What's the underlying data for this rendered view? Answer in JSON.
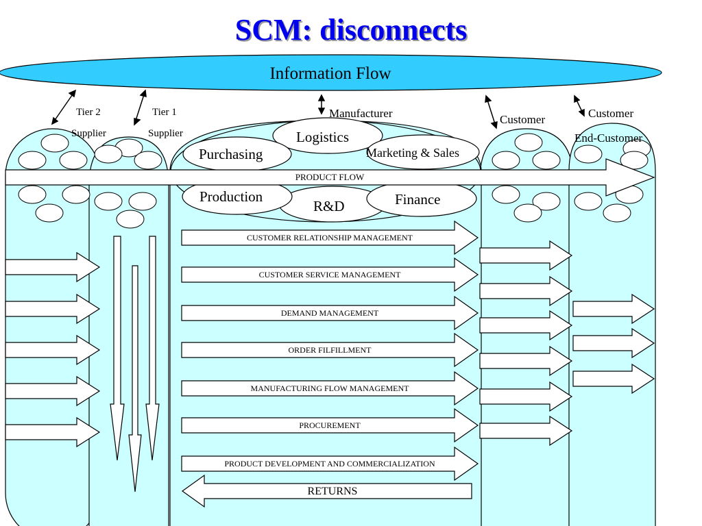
{
  "title": "SCM: disconnects",
  "info_flow": "Information Flow",
  "tiers": {
    "tier2_line1": "Tier  2",
    "tier2_line2": "Supplier",
    "tier1_line1": "Tier  1",
    "tier1_line2": "Supplier",
    "manufacturer": "Manufacturer",
    "customer": "Customer",
    "end_customer_line1": "Customer",
    "end_customer_line2": "End-Customer"
  },
  "functions": {
    "logistics": "Logistics",
    "purchasing": "Purchasing",
    "marketing": "Marketing & Sales",
    "production": "Production",
    "finance": "Finance",
    "rnd": "R&D"
  },
  "product_flow": "PRODUCT FLOW",
  "processes": [
    "CUSTOMER RELATIONSHIP MANAGEMENT",
    "CUSTOMER SERVICE MANAGEMENT",
    "DEMAND MANAGEMENT",
    "ORDER FILFILLMENT",
    "MANUFACTURING FLOW  MANAGEMENT",
    "PROCUREMENT",
    "PRODUCT DEVELOPMENT AND COMMERCIALIZATION"
  ],
  "returns": "RETURNS",
  "colors": {
    "title": "#0000ee",
    "info_flow_fill": "#33ccff",
    "cylinder_fill": "#ccffff",
    "outline": "#000000"
  }
}
